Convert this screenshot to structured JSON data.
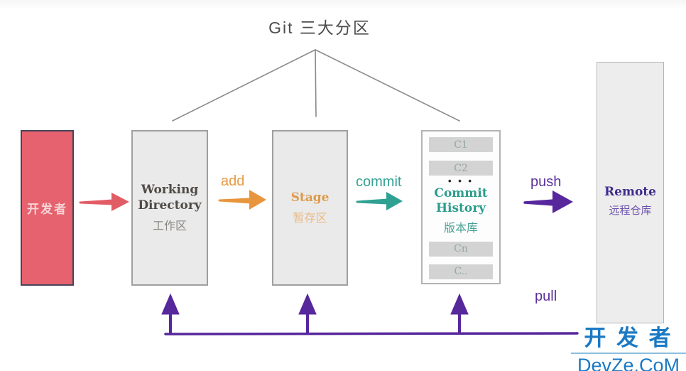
{
  "title": "Git 三大分区",
  "developer_box": {
    "label": "开发者"
  },
  "flow_arrows": {
    "add_label": "add",
    "commit_label": "commit",
    "push_label": "push",
    "pull_label": "pull"
  },
  "boxes": {
    "working": {
      "title_line1": "Working",
      "title_line2": "Directory",
      "subtitle": "工作区"
    },
    "stage": {
      "title": "Stage",
      "subtitle": "暂存区"
    },
    "commit": {
      "title_line1": "Commit",
      "title_line2": "History",
      "subtitle": "版本库",
      "cells_top": [
        "C1",
        "C2"
      ],
      "ellipsis": "• • •",
      "cells_bottom": [
        "Cn",
        "C.."
      ]
    },
    "remote": {
      "title": "Remote",
      "subtitle": "远程仓库"
    }
  },
  "watermark": {
    "line1": "开 发 者",
    "line2": "DevZe.CoM"
  },
  "colors": {
    "developer_fill": "#e5626e",
    "developer_border": "#45455a",
    "box_fill": "#eaeaea",
    "box_border": "#9f9f9f",
    "working_text": "#4f4a45",
    "stage_accent": "#dd9a4b",
    "commit_accent": "#2b9c8c",
    "remote_accent": "#3f2b8e",
    "pink_arrow": "#e25c66",
    "orange_arrow": "#e8963e",
    "teal_arrow": "#2fa192",
    "purple_arrow": "#57279c",
    "connector_gray": "#8a8a8a",
    "watermark_blue": "#1b79c4"
  }
}
